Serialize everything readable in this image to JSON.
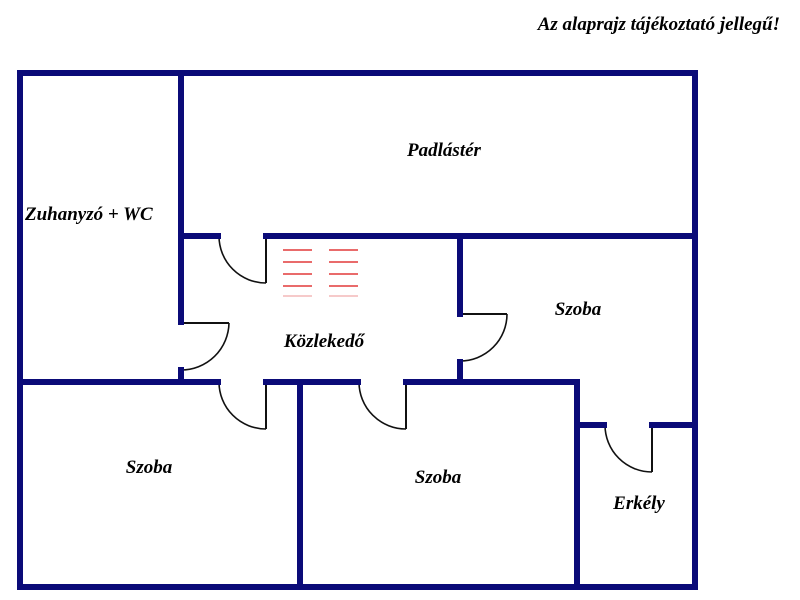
{
  "disclaimer": "Az alaprajz tájékoztató jellegű!",
  "colors": {
    "wall": "#0b0b78",
    "stairs": "#e23a3a",
    "door": "#111111",
    "background": "#ffffff"
  },
  "rooms": {
    "bathroom": "Zuhanyzó + WC",
    "attic": "Padlástér",
    "hallway": "Közlekedő",
    "room_east": "Szoba",
    "room_southwest": "Szoba",
    "room_south": "Szoba",
    "balcony": "Erkély"
  },
  "icons": {
    "stairs": "stairs-icon",
    "door": "door-swing-icon"
  }
}
